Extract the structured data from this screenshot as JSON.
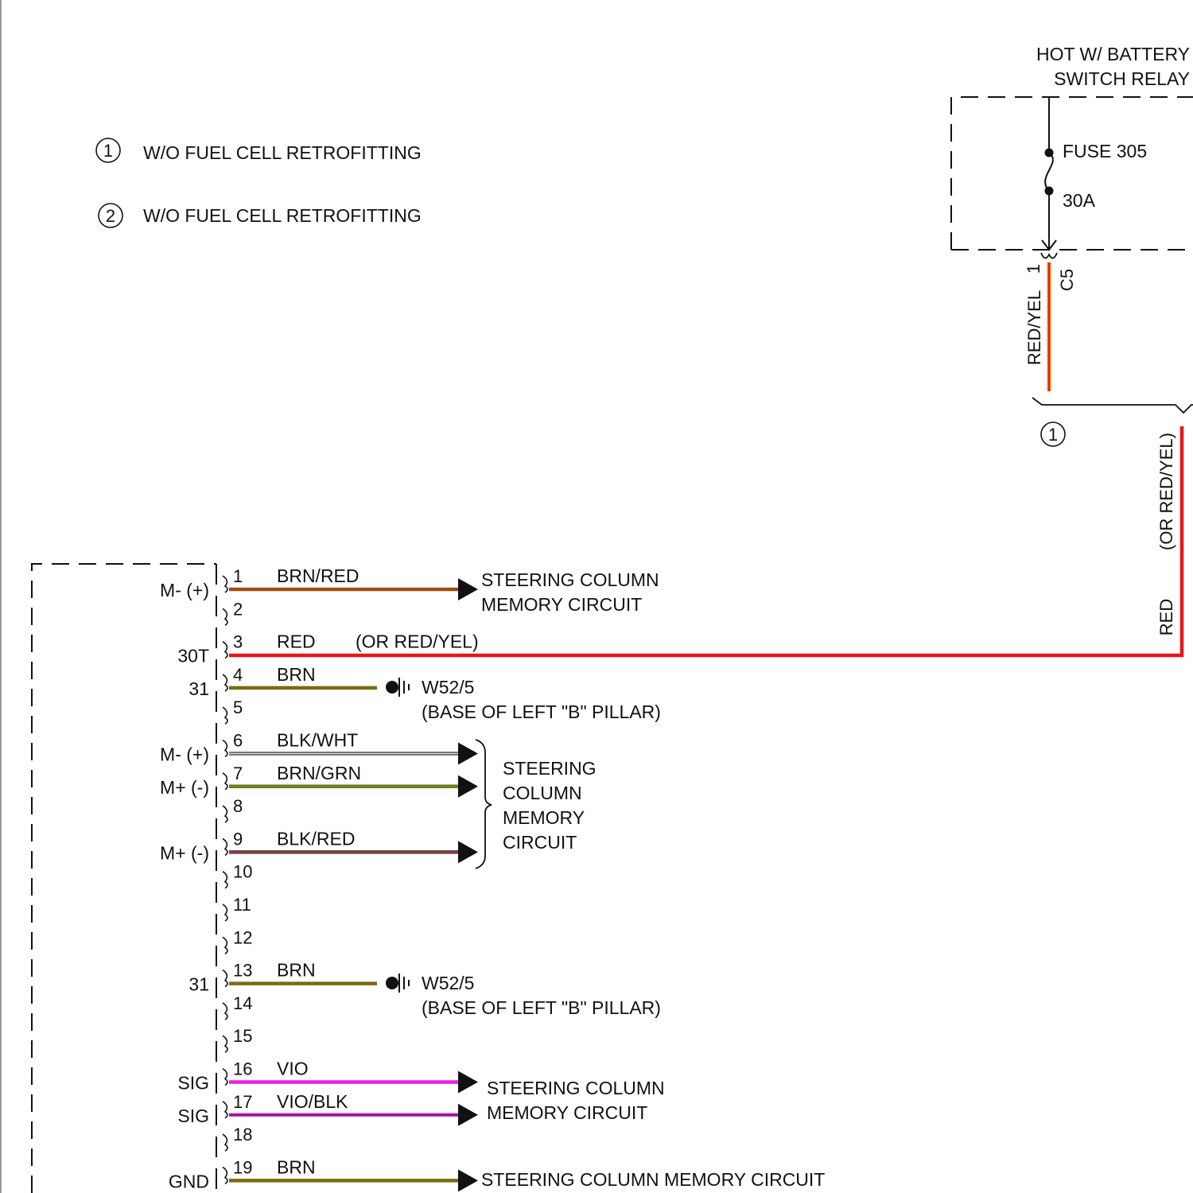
{
  "notes": [
    {
      "marker": "1",
      "text": "W/O FUEL CELL RETROFITTING"
    },
    {
      "marker": "2",
      "text": "W/O FUEL CELL RETROFITTING"
    }
  ],
  "power": {
    "title_line1": "HOT W/ BATTERY",
    "title_line2": "SWITCH RELAY",
    "fuse_name": "FUSE 305",
    "fuse_rating": "30A",
    "connector_pin": "1",
    "connector_name": "C5",
    "feed_wire": "RED/YEL",
    "option_marker": "1",
    "alt_wire": "(OR RED/YEL)",
    "main_wire": "RED"
  },
  "pins": [
    "1",
    "2",
    "3",
    "4",
    "5",
    "6",
    "7",
    "8",
    "9",
    "10",
    "11",
    "12",
    "13",
    "14",
    "15",
    "16",
    "17",
    "18",
    "19"
  ],
  "terminal_labels": [
    {
      "text": "M- (+)",
      "pin": "1"
    },
    {
      "text": "30T",
      "pin": "3"
    },
    {
      "text": "31",
      "pin": "4"
    },
    {
      "text": "M- (+)",
      "pin": "6"
    },
    {
      "text": "M+ (-)",
      "pin": "7"
    },
    {
      "text": "M+ (-)",
      "pin": "9"
    },
    {
      "text": "31",
      "pin": "13"
    },
    {
      "text": "SIG",
      "pin": "16"
    },
    {
      "text": "SIG",
      "pin": "17"
    },
    {
      "text": "GND",
      "pin": "19"
    }
  ],
  "wires": [
    {
      "pin": "1",
      "color": "BRN/RED",
      "base": "#7a6a10",
      "stripe": "#e0201c"
    },
    {
      "pin": "3",
      "color": "RED",
      "note": "(OR RED/YEL)",
      "base": "#e8141c",
      "stripe": ""
    },
    {
      "pin": "4",
      "color": "BRN",
      "base": "#7a6a10",
      "stripe": ""
    },
    {
      "pin": "6",
      "color": "BLK/WHT",
      "base": "#555555",
      "stripe": "#d8d8d8"
    },
    {
      "pin": "7",
      "color": "BRN/GRN",
      "base": "#7a6a10",
      "stripe": "#3aa832"
    },
    {
      "pin": "9",
      "color": "BLK/RED",
      "base": "#444444",
      "stripe": "#d02828"
    },
    {
      "pin": "13",
      "color": "BRN",
      "base": "#7a6a10",
      "stripe": ""
    },
    {
      "pin": "16",
      "color": "VIO",
      "base": "#e81ee8",
      "stripe": ""
    },
    {
      "pin": "17",
      "color": "VIO/BLK",
      "base": "#e81ee8",
      "stripe": "#333333"
    },
    {
      "pin": "19",
      "color": "BRN",
      "base": "#7a6a10",
      "stripe": ""
    }
  ],
  "destinations": {
    "d1_line1": "STEERING COLUMN",
    "d1_line2": "MEMORY CIRCUIT",
    "ground1_line1": "W52/5",
    "ground1_line2": "(BASE OF LEFT \"B\" PILLAR)",
    "d2_line1": "STEERING",
    "d2_line2": "COLUMN",
    "d2_line3": "MEMORY",
    "d2_line4": "CIRCUIT",
    "ground2_line1": "W52/5",
    "ground2_line2": "(BASE OF LEFT \"B\" PILLAR)",
    "d3_line1": "STEERING COLUMN",
    "d3_line2": "MEMORY CIRCUIT",
    "d4_line1": "STEERING COLUMN MEMORY CIRCUIT"
  },
  "colors": {
    "ink": "#111111",
    "red": "#e8141c",
    "orange": "#f08a1c"
  }
}
